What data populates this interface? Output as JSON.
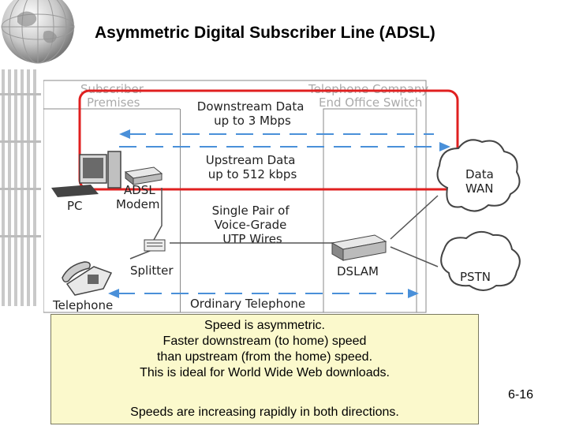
{
  "slide": {
    "title": "Asymmetric Digital Subscriber Line (ADSL)",
    "slide_number": "6-16"
  },
  "diagram": {
    "subscriber_premises": [
      "Subscriber",
      "Premises"
    ],
    "telco_switch": [
      "Telephone Company",
      "End Office Switch"
    ],
    "downstream": [
      "Downstream Data",
      "up to 3 Mbps"
    ],
    "upstream": [
      "Upstream Data",
      "up to 512 kbps"
    ],
    "pair": [
      "Single Pair of",
      "Voice-Grade",
      "UTP Wires"
    ],
    "pc": "PC",
    "modem": [
      "ADSL",
      "Modem"
    ],
    "splitter": "Splitter",
    "telephone": "Telephone",
    "dslam": "DSLAM",
    "ordinary_telephone": "Ordinary Telephone",
    "data_wan": [
      "Data",
      "WAN"
    ],
    "pstn": "PSTN"
  },
  "callout": {
    "lines": [
      "Speed is asymmetric.",
      "Faster downstream (to home) speed",
      "than upstream (from the home) speed.",
      "This is ideal for World Wide Web downloads."
    ],
    "footer": "Speeds are increasing rapidly in both directions."
  }
}
